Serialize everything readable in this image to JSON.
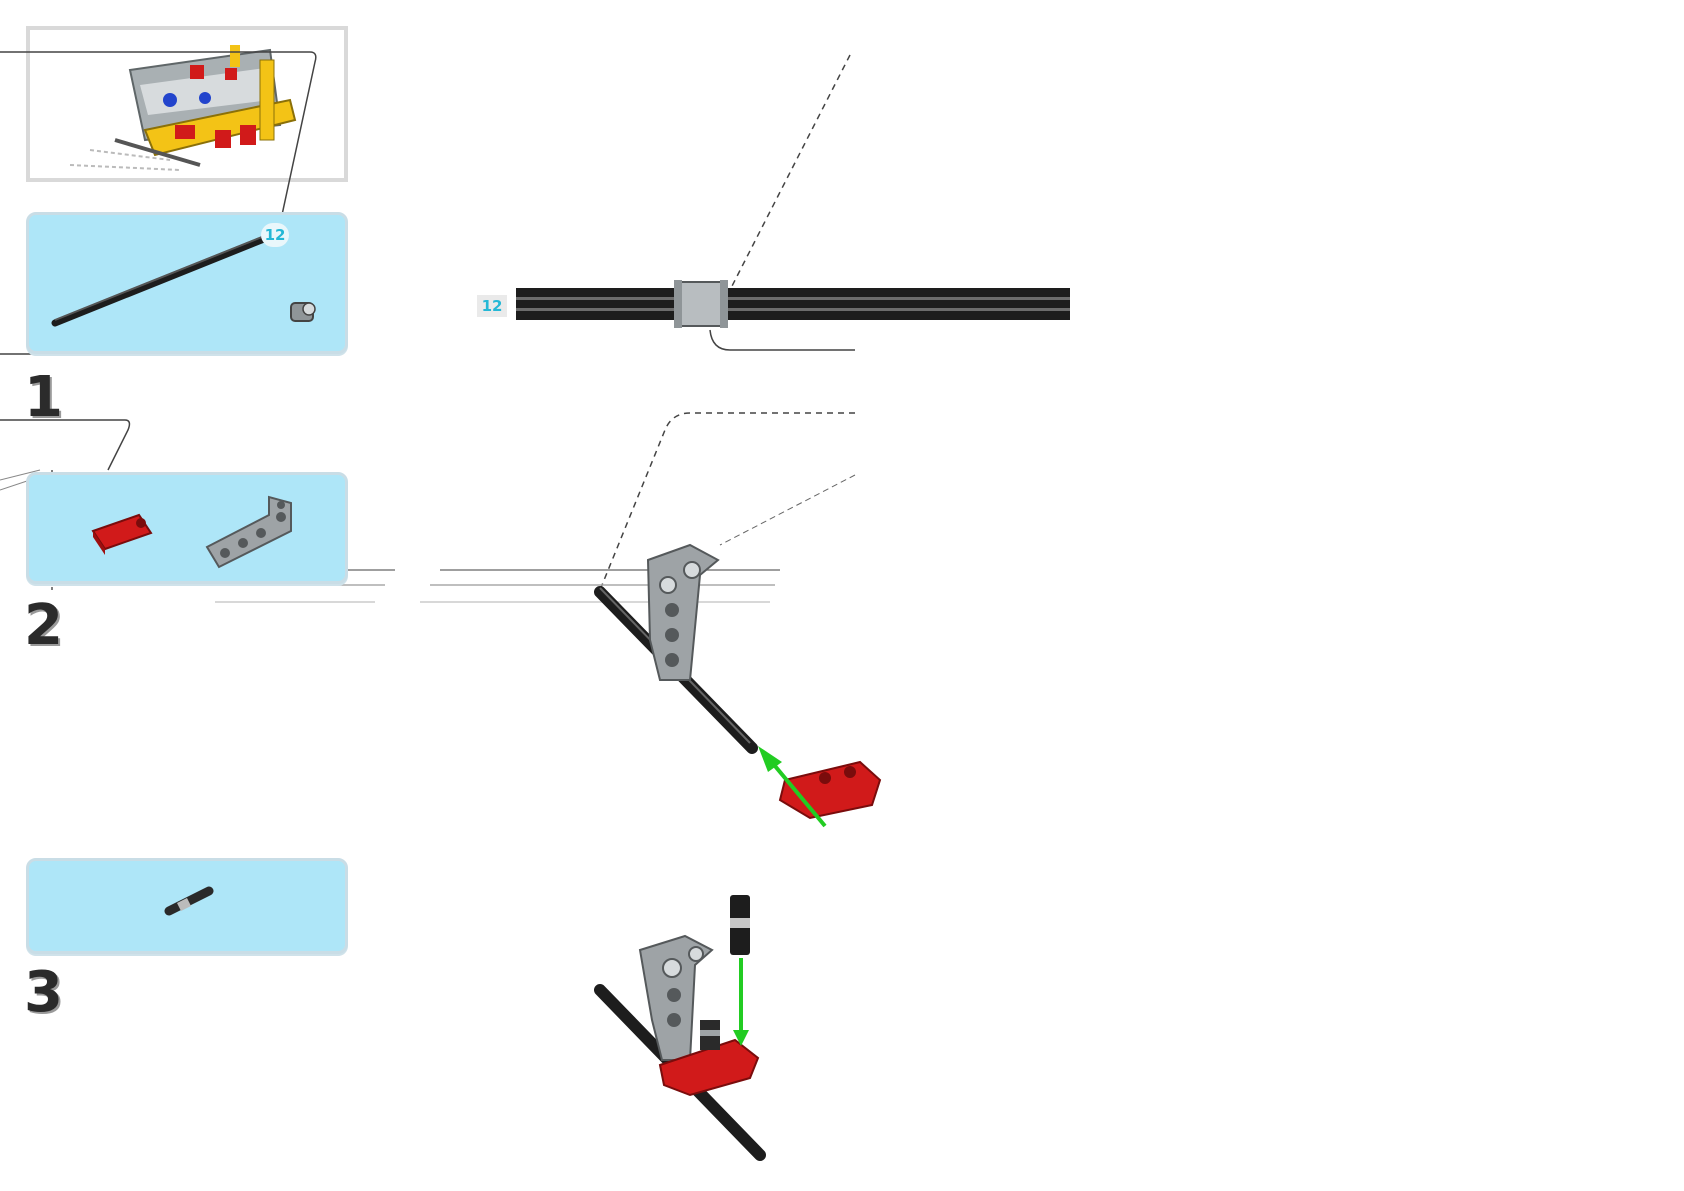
{
  "steps": [
    {
      "number": "1",
      "part_counts": [
        "",
        ""
      ],
      "axle_length": "12"
    },
    {
      "number": "2",
      "part_counts": [
        "",
        ""
      ]
    },
    {
      "number": "3",
      "part_counts": [
        ""
      ]
    }
  ],
  "callout": {
    "axle_length": "12"
  },
  "page_number": "",
  "colors": {
    "parts_box": "#aee6f8",
    "axle": "#1d1d1d",
    "light_gray": "#9ea3a6",
    "red": "#d11a1a",
    "yellow": "#f3c316",
    "arrow": "#22cc22",
    "badge_text": "#25b8d6"
  },
  "icons": [
    "model-preview-icon",
    "axle-12-icon",
    "bush-icon",
    "red-connector-icon",
    "gray-l-beam-icon",
    "axle-connector-icon",
    "assembly-arrow-icon"
  ]
}
